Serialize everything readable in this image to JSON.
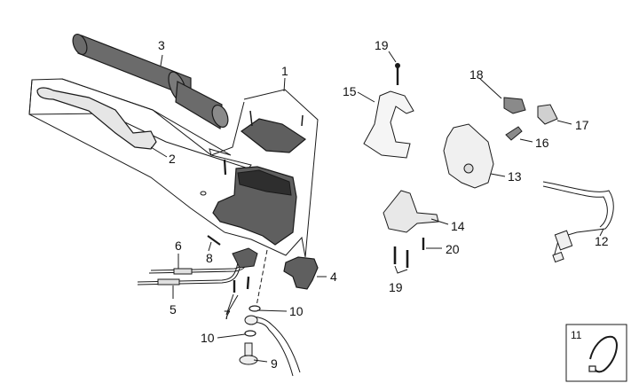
{
  "diagram": {
    "title": "Front brake master cylinder / handlebar controls exploded view",
    "colors": {
      "line": "#1a1a1a",
      "part_dark": "#6b6b6b",
      "part_mid": "#8a8a8a",
      "part_light": "#d9d9d9",
      "background": "#ffffff"
    },
    "callouts": [
      {
        "id": "1",
        "label": "1",
        "part": "brake master cylinder assembly"
      },
      {
        "id": "2",
        "label": "2",
        "part": "brake lever"
      },
      {
        "id": "3",
        "label": "3",
        "part": "handlebar grip"
      },
      {
        "id": "4",
        "label": "4",
        "part": "master cylinder clamp"
      },
      {
        "id": "5",
        "label": "5",
        "part": "cable"
      },
      {
        "id": "6",
        "label": "6",
        "part": "cable"
      },
      {
        "id": "7",
        "label": "7",
        "part": "screws"
      },
      {
        "id": "8",
        "label": "8",
        "part": "pin"
      },
      {
        "id": "9",
        "label": "9",
        "part": "banjo bolt"
      },
      {
        "id": "10a",
        "label": "10",
        "part": "sealing washer"
      },
      {
        "id": "10b",
        "label": "10",
        "part": "sealing washer"
      },
      {
        "id": "11",
        "label": "11",
        "part": "cable tie"
      },
      {
        "id": "12",
        "label": "12",
        "part": "wiring harness"
      },
      {
        "id": "13",
        "label": "13",
        "part": "switch housing"
      },
      {
        "id": "14",
        "label": "14",
        "part": "switch housing lower"
      },
      {
        "id": "15",
        "label": "15",
        "part": "switch cover"
      },
      {
        "id": "16",
        "label": "16",
        "part": "switch plunger"
      },
      {
        "id": "17",
        "label": "17",
        "part": "switch button"
      },
      {
        "id": "18",
        "label": "18",
        "part": "switch button"
      },
      {
        "id": "19a",
        "label": "19",
        "part": "screw"
      },
      {
        "id": "19b",
        "label": "19",
        "part": "screws"
      },
      {
        "id": "20",
        "label": "20",
        "part": "screw"
      }
    ],
    "inset": {
      "label": "11"
    }
  }
}
